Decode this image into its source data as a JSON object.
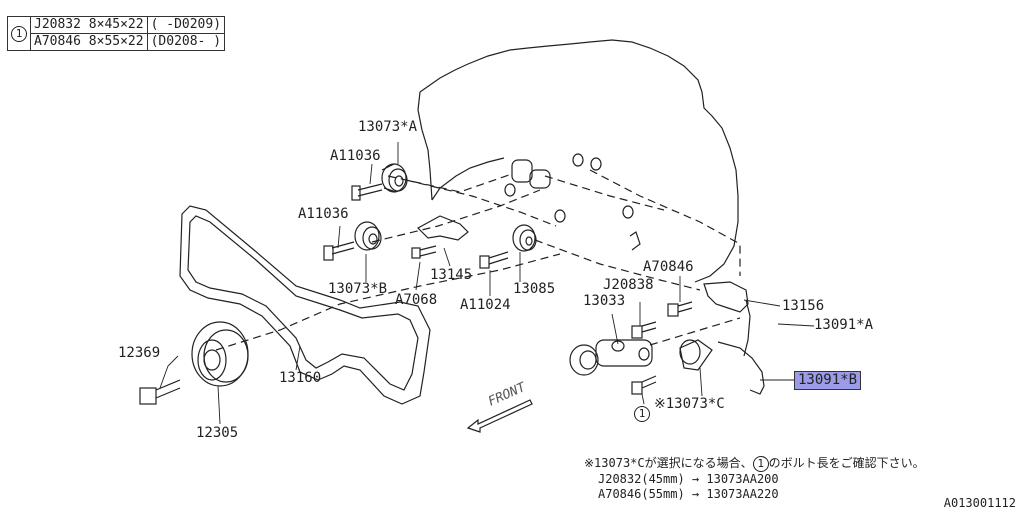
{
  "table": {
    "ref_mark": "1",
    "rows": [
      {
        "part": "J20832",
        "size": "8×45×22",
        "range": "( -D0209)"
      },
      {
        "part": "A70846",
        "size": "8×55×22",
        "range": "(D0208- )"
      }
    ]
  },
  "labels": {
    "p13073A": "13073*A",
    "pA11036_1": "A11036",
    "pA11036_2": "A11036",
    "p13073B": "13073*B",
    "pA7068": "A7068",
    "p13145": "13145",
    "pA11024": "A11024",
    "p13085": "13085",
    "pA70846": "A70846",
    "pJ20838": "J20838",
    "p13033": "13033",
    "p13156": "13156",
    "p13091A": "13091*A",
    "p13091B": "13091*B",
    "p13073C": "※13073*C",
    "p12369": "12369",
    "p12305": "12305",
    "p13160": "13160",
    "bolt_ref": "1",
    "front": "FRONT"
  },
  "note": {
    "line1_pre": "※13073*Cが選択になる場合、",
    "line1_mark": "1",
    "line1_post": "のボルト長をご確認下さい。",
    "line2": "J20832(45mm) → 13073AA200",
    "line3": "A70846(55mm) → 13073AA220"
  },
  "figure_id": "A013001112",
  "colors": {
    "highlight": "#9b9be8",
    "line": "#222222"
  }
}
